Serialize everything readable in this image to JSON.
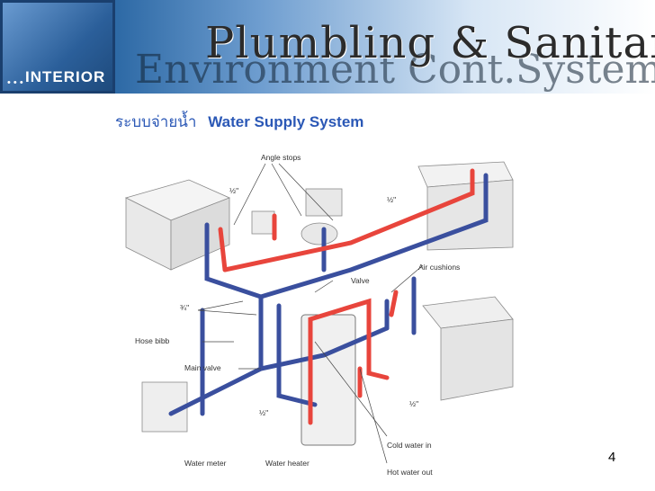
{
  "banner": {
    "logo_text": "INTERIOR",
    "title_line1": "Plumbling & Sanitary System",
    "title_line2": "Environment Cont.System"
  },
  "heading": {
    "thai": "ระบบจ่ายน้ำ",
    "english": "Water Supply System"
  },
  "labels": {
    "angle_stops": "Angle stops",
    "half_1": "½\"",
    "half_2": "½\"",
    "half_3": "½\"",
    "half_4": "½\"",
    "three_quarter": "¾\"",
    "air_cushions": "Air cushions",
    "valve": "Valve",
    "hose_bibb": "Hose bibb",
    "main_valve": "Main valve",
    "cold_water_in": "Cold water in",
    "water_meter": "Water meter",
    "water_heater": "Water heater",
    "hot_water_out": "Hot water out"
  },
  "colors": {
    "hot_pipe": "#e8453c",
    "cold_pipe": "#3a4f9e",
    "heading": "#2b58b6"
  },
  "page_number": "4"
}
